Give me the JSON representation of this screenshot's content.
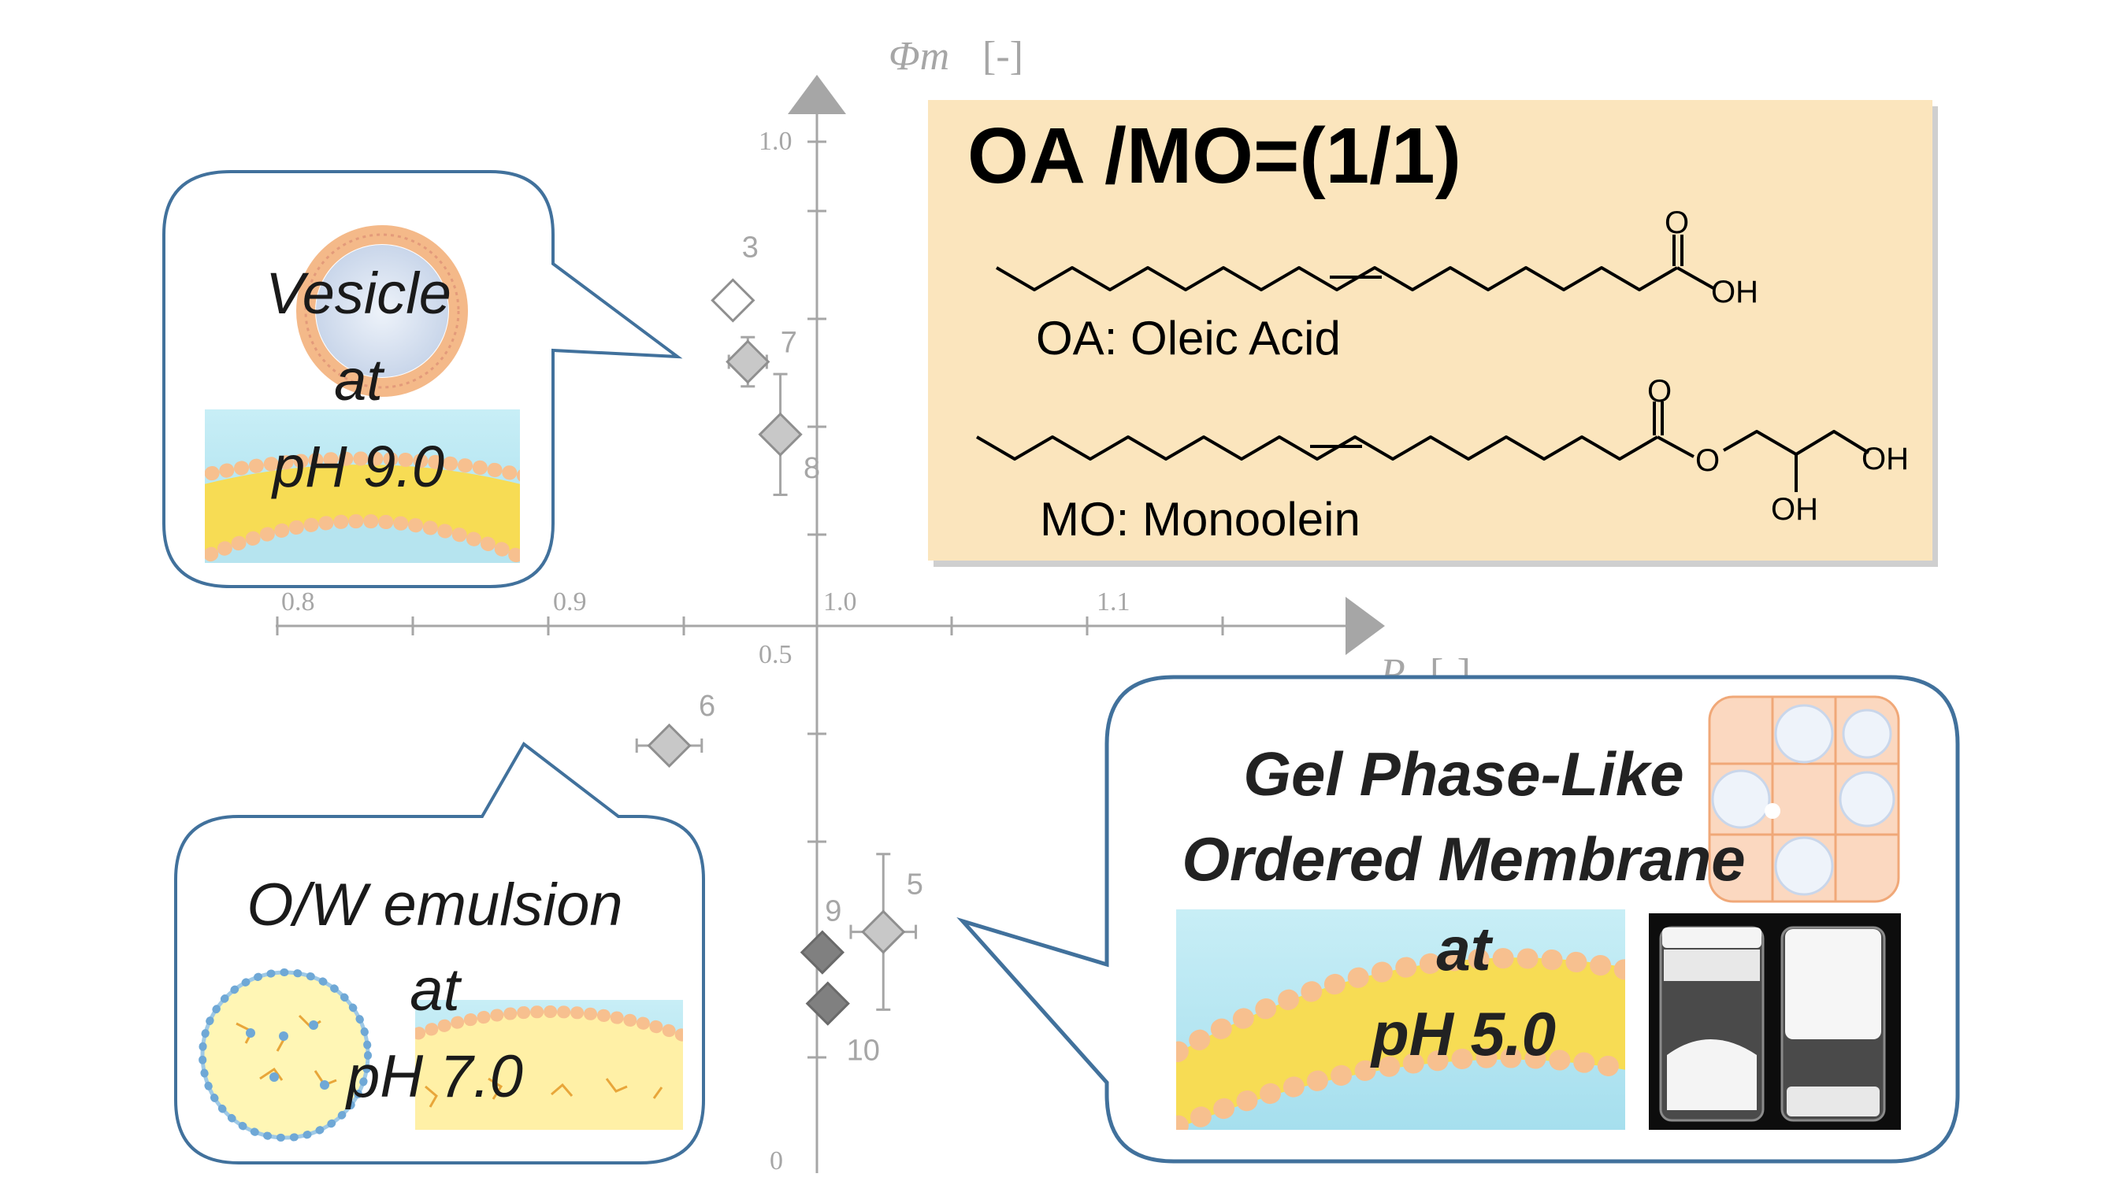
{
  "axes": {
    "y_label": "Φm",
    "y_unit": "[-]",
    "x_label": "P",
    "x_unit": "[-]",
    "x_ticks": [
      {
        "label": "0.8",
        "value": 0.8
      },
      {
        "label": "0.9",
        "value": 0.9
      },
      {
        "label": "1.0",
        "value": 1.0
      },
      {
        "label": "1.1",
        "value": 1.1
      }
    ],
    "y_ticks": [
      {
        "label": "1.0",
        "value": 1.0
      },
      {
        "label": "0.5",
        "value": 0.5
      },
      {
        "label": "0",
        "value": 0.0
      }
    ]
  },
  "chart_data": {
    "type": "scatter",
    "xlabel": "P [-]",
    "ylabel": "Φm [-]",
    "xlim": [
      0.8,
      1.2
    ],
    "ylim": [
      0.0,
      1.0
    ],
    "points": [
      {
        "label": "3",
        "x": 0.938,
        "y": 0.845,
        "style": "open"
      },
      {
        "label": "7",
        "x": 0.949,
        "y": 0.785,
        "style": "grey",
        "xerr": 0.014,
        "yerr": 0.024
      },
      {
        "label": "8",
        "x": 0.973,
        "y": 0.714,
        "style": "grey",
        "yerr": 0.059
      },
      {
        "label": "6",
        "x": 0.891,
        "y": 0.41,
        "style": "grey",
        "xerr": 0.024
      },
      {
        "label": "5",
        "x": 1.049,
        "y": 0.228,
        "style": "grey",
        "xerr": 0.024,
        "yerr": 0.076
      },
      {
        "label": "9",
        "x": 1.004,
        "y": 0.208,
        "style": "dark"
      },
      {
        "label": "10",
        "x": 1.008,
        "y": 0.158,
        "style": "dark"
      }
    ]
  },
  "info_box": {
    "title": "OA /MO=(1/1)",
    "oa_caption": "OA: Oleic Acid",
    "mo_caption": "MO: Monoolein",
    "atoms": {
      "o": "O",
      "oh": "OH"
    }
  },
  "callouts": {
    "vesicle": {
      "line1": "Vesicle",
      "line2": "at",
      "line3": "pH 9.0"
    },
    "emulsion": {
      "line1": "O/W emulsion",
      "line2": "at",
      "line3": "pH 7.0"
    },
    "gel": {
      "line1": "Gel Phase-Like",
      "line2": "Ordered Membrane",
      "line3": "at",
      "line4": "pH 5.0"
    }
  },
  "colors": {
    "axis": "#a6a6a6",
    "info_fill": "#fbe5bd",
    "callout_border": "#41719c",
    "water": "#bfe9f3",
    "lipid_head": "#f7c08f",
    "lipid_tail": "#f7dc54"
  }
}
